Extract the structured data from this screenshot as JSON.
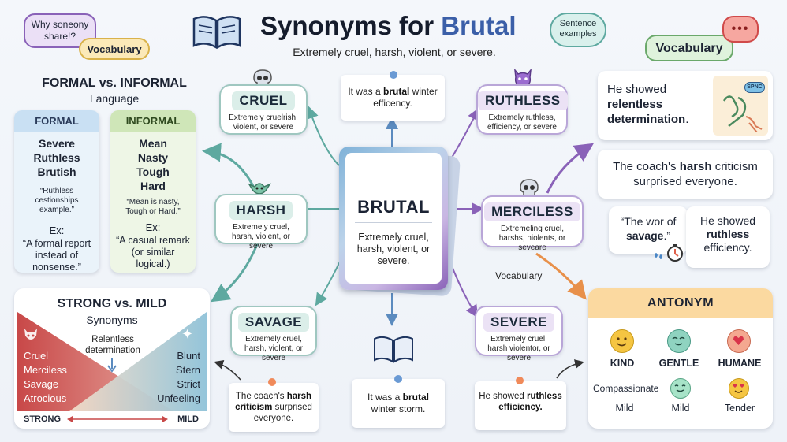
{
  "header": {
    "title_prefix": "Synonyms for ",
    "title_word": "Brutal",
    "subtitle": "Extremely cruel, harsh, violent, or severe."
  },
  "bubbles": {
    "why": "Why soneony share!?",
    "vocab_small": "Vocabulary",
    "sentence": "Sentence examples",
    "vocab_right": "Vocabulary",
    "dots": "•••"
  },
  "formal": {
    "heading": "FORMAL vs. INFORMAL",
    "subheading": "Language",
    "formal_title": "FORMAL",
    "formal_words": [
      "Severe",
      "Ruthless",
      "Brutish"
    ],
    "formal_quote": "“Ruthless cestionships example.”",
    "formal_ex_label": "Ex:",
    "formal_ex": "“A formal report instead of nonsense.”",
    "informal_title": "INFORMAL",
    "informal_words": [
      "Mean",
      "Nasty",
      "Tough",
      "Hard"
    ],
    "informal_quote": "“Mean is nasty, Tough or  Hard.”",
    "informal_ex_label": "Ex:",
    "informal_ex": "“A casual remark (or similar logical.)"
  },
  "strong_mild": {
    "heading": "STRONG vs. MILD",
    "subheading": "Synonyms",
    "middle": "Relentless determination",
    "strong_words": [
      "Cruel",
      "Merciless",
      "Savage",
      "Atrocious"
    ],
    "mild_words": [
      "Blunt",
      "Stern",
      "Strict",
      "Unfeeling"
    ],
    "strong_label": "STRONG",
    "mild_label": "MILD"
  },
  "center": {
    "word": "BRUTAL",
    "def": "Extremely cruel, harsh, violent, or severe."
  },
  "synonyms": {
    "cruel": {
      "word": "CRUEL",
      "def": "Extremely cruelrish, violent, or severe"
    },
    "harsh": {
      "word": "HARSH",
      "def": "Extremely cruel, harsh, violent, or severe"
    },
    "savage": {
      "word": "SAVAGE",
      "def": "Extremely cruel, harsh, violent, or severe"
    },
    "ruthless": {
      "word": "RUTHLESS",
      "def": "Extremely ruthless, efficiency, or severe"
    },
    "merciless": {
      "word": "MERCILESS",
      "def": "Extremeling cruel, harshs, niolents, or seveare"
    },
    "severe": {
      "word": "SEVERE",
      "def": "Extremely cruel, harsh violentor, or severe"
    }
  },
  "examples": {
    "top": {
      "pre": "It was a ",
      "bold": "brutal",
      "post": " winter efficency."
    },
    "bottom": {
      "pre": "It was a ",
      "bold": "brutal",
      "post": " winter storm."
    },
    "coach_left": {
      "pre": "The coach's ",
      "bold": "harsh criticism",
      "post": " surprised everyone."
    },
    "ruthless_eff": {
      "pre": "He showed ",
      "bold": "ruthless efficiency.",
      "post": ""
    },
    "vocab_label": "Vocabulary"
  },
  "right_panel": {
    "relentless": {
      "pre": "He showed ",
      "bold": "relentless determination",
      "post": "."
    },
    "spnc": "SPNC",
    "coach": {
      "pre": "The coach's ",
      "bold": "harsh",
      "post": " criticism surprised everyone."
    },
    "savage_q": {
      "pre": "“The wor of ",
      "bold": "savage",
      "post": ".”"
    },
    "ruthless_q": {
      "pre": "He showed ",
      "bold": "ruthless",
      "post": " efficiency."
    }
  },
  "antonym": {
    "title": "ANTONYM",
    "row1": [
      "KIND",
      "GENTLE",
      "HUMANE"
    ],
    "compassionate": "Compassionate",
    "row2": [
      "Mild",
      "Mild",
      "Tender"
    ]
  },
  "colors": {
    "title_blue": "#3b5fa8",
    "teal": "#5ea9a0",
    "purple": "#8a62b8",
    "orange": "#f0b060",
    "strong_red": "#c84848",
    "mild_blue": "#8fc2d8"
  }
}
